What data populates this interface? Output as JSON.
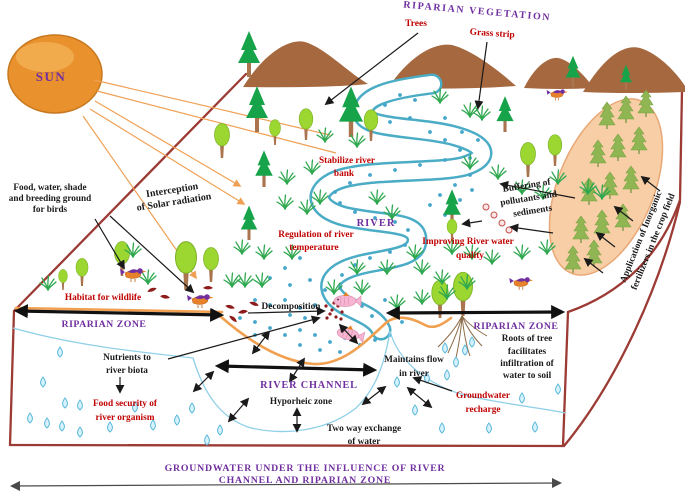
{
  "palette": {
    "purple": "#7030A0",
    "red": "#C00000",
    "black": "#1A1A1A",
    "box_line": "#9C3A34",
    "sun_orange": "#E8912D",
    "ray_orange": "#F0A054",
    "river_blue": "#4BACC6",
    "tree_green": "#9CD631",
    "conifer_green": "#17A349",
    "mountain_brown": "#A5683F",
    "crop_field_fill": "#F8CEA6",
    "groundwater_blue": "#8FD0E8",
    "leaf_red": "#8E1B1B",
    "fish_pink": "#F6B6D2",
    "bird_orange": "#E8822A"
  },
  "labels": {
    "riparian_vegetation": "RIPARIAN VEGETATION",
    "trees": "Trees",
    "grass_strip": "Grass strip",
    "sun": "SUN",
    "food_water_1": "Food, water, shade",
    "food_water_2": "and breeding ground",
    "food_water_3": "for birds",
    "interception_1": "Interception",
    "interception_2": "of Solar radiation",
    "stabilize_1": "Stabilize river",
    "stabilize_2": "bank",
    "river": "RIVER",
    "regulation_1": "Regulation of river",
    "regulation_2": "temperature",
    "improving_1": "Improving River water",
    "improving_2": "quality",
    "buffering_1": "Buffering of",
    "buffering_2": "pollutants and",
    "buffering_3": "sediments",
    "fertilizer_1": "Application of Inorganic",
    "fertilizer_2": "fertilizers in the crop field",
    "habitat": "Habitat for wildlife",
    "riparian_zone_left": "RIPARIAN ZONE",
    "decomposition": "Decomposition",
    "nutrients_1": "Nutrients to",
    "nutrients_2": "river biota",
    "food_security_1": "Food security of",
    "food_security_2": "river organism",
    "river_channel": "RIVER CHANNEL",
    "hyporheic": "Hyporheic zone",
    "two_way_1": "Two way exchange",
    "two_way_2": "of water",
    "maintains_1": "Maintains flow",
    "maintains_2": "in river",
    "recharge_1": "Groundwater",
    "recharge_2": "recharge",
    "riparian_zone_right": "RIPARIAN ZONE",
    "roots_1": "Roots of tree",
    "roots_2": "facilitates",
    "roots_3": "infiltration of",
    "roots_4": "water to soil",
    "groundwater_1": "GROUNDWATER UNDER THE INFLUENCE OF RIVER",
    "groundwater_2": "CHANNEL AND RIPARIAN ZONE"
  }
}
